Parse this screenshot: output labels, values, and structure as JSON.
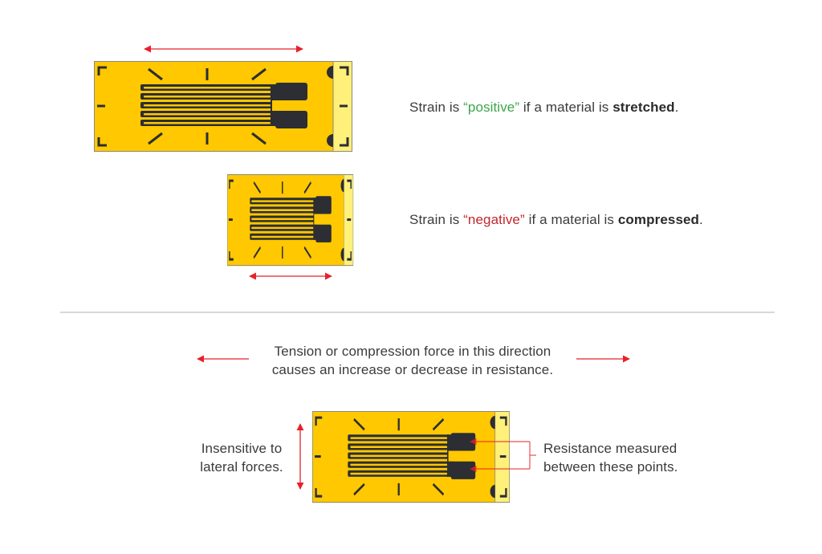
{
  "colors": {
    "gauge_yellow": "#ffc800",
    "strip_yellow": "#fff07a",
    "grid_dark": "#2c2e33",
    "arrow_red": "#e8202a",
    "positive_green": "#3aa64a",
    "negative_red": "#c0272d",
    "divider": "#cccccc"
  },
  "top": {
    "positive": {
      "prefix": "Strain is ",
      "quoted": "“positive”",
      "middle": " if a material is ",
      "bold": "stretched",
      "suffix": "."
    },
    "negative": {
      "prefix": "Strain is ",
      "quoted": "“negative”",
      "middle": " if a material is ",
      "bold": "compressed",
      "suffix": "."
    }
  },
  "bottom": {
    "direction_line1": "Tension or compression force in this direction",
    "direction_line2": "causes an increase or decrease in resistance.",
    "lateral_line1": "Insensitive to",
    "lateral_line2": "lateral forces.",
    "resistance_line1": "Resistance measured",
    "resistance_line2": "between these points."
  }
}
